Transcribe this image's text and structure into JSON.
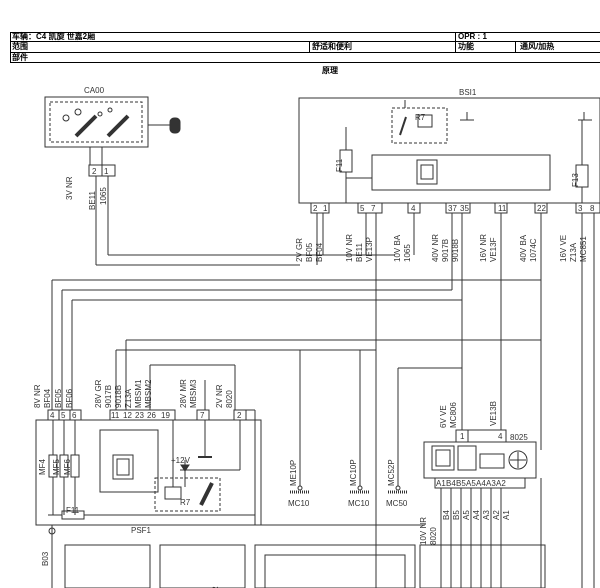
{
  "header": {
    "vehicle": "车辆：C4 凯旋 世嘉2厢",
    "opr": "OPR : 1",
    "scope_label": "范围",
    "scope_value": "舒适和便利",
    "function_label": "功能",
    "function_value": "通风/加热",
    "parts_label": "部件",
    "principle": "原理"
  },
  "components": {
    "ca00": "CA00",
    "bsi1": "BSI1",
    "psf1": "PSF1",
    "c8025": "8025",
    "r7_top": "R7",
    "r7_bottom": "R7",
    "f11_top": "F11",
    "f13": "F13",
    "f11_bottom": "F11",
    "mf4": "MF4",
    "mf5": "MF5",
    "mf6": "MF6",
    "plus12v": "+12V"
  },
  "connectors": {
    "ca00_pins": [
      "2",
      "1"
    ],
    "ca00_wires": [
      "3V NR",
      "BE11",
      "1065"
    ],
    "bsi_pins": [
      "2",
      "1",
      "5",
      "7",
      "4",
      "37",
      "35",
      "11",
      "22",
      "3",
      "8"
    ],
    "bsi_wires": [
      "2V GR",
      "BF05",
      "BF04",
      "10V NR",
      "BE11",
      "VE13P",
      "10V BA",
      "1065",
      "40V NR",
      "9017B",
      "9018B",
      "16V NR",
      "VE13F",
      "40V BA",
      "1074C",
      "16V VE",
      "Z13A",
      "MC851"
    ],
    "psf_pins_left": [
      "4",
      "5",
      "6"
    ],
    "psf_wires_left": [
      "8V NR",
      "BF04",
      "BF05",
      "BF06"
    ],
    "psf_pins_mid": [
      "11",
      "12",
      "23",
      "26",
      "19"
    ],
    "psf_wires_mid": [
      "28V GR",
      "9017B",
      "9018B",
      "Z13A",
      "MBSM1",
      "MBSM2"
    ],
    "psf_pins_r": [
      "7",
      "2"
    ],
    "psf_wires_r": [
      "28V MR",
      "MBSM3",
      "2V NR",
      "8020"
    ],
    "c8025_pins_top": [
      "1",
      "4"
    ],
    "c8025_wires_top": [
      "6V VE",
      "MC806",
      "VE13B"
    ],
    "c8025_pins_bottom": [
      "A1",
      "B4",
      "B5",
      "A5",
      "A4",
      "A3",
      "A2"
    ],
    "c8025_wires_bottom": [
      "10V NR",
      "8020",
      "B4",
      "B5",
      "A5",
      "A4",
      "A3",
      "A2",
      "A1"
    ],
    "b03": "B03"
  },
  "grounds": {
    "me10p": "ME10P",
    "mc10p": "MC10P",
    "mc52p": "MC52P",
    "mc10a": "MC10",
    "mc10b": "MC10",
    "mc50": "MC50"
  },
  "bottom_partial": "R"
}
